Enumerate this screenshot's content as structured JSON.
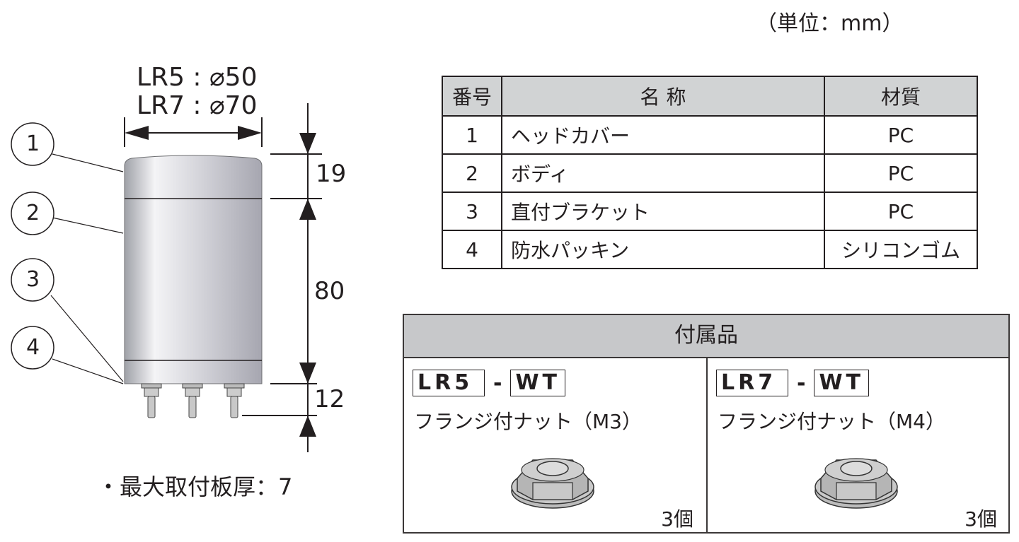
{
  "unit_note": "（単位：mm）",
  "drawing": {
    "diameter_labels": [
      "LR5 : ⌀50",
      "LR7 : ⌀70"
    ],
    "dimensions": {
      "head_height": "19",
      "body_height": "80",
      "bottom_height": "12"
    },
    "callouts": [
      "1",
      "2",
      "3",
      "4"
    ],
    "max_mount_note": "・最大取付板厚：7"
  },
  "parts_table": {
    "headers": [
      "番号",
      "名 称",
      "材質"
    ],
    "rows": [
      {
        "no": "1",
        "name": "ヘッドカバー",
        "material": "PC"
      },
      {
        "no": "2",
        "name": "ボディ",
        "material": "PC"
      },
      {
        "no": "3",
        "name": "直付ブラケット",
        "material": "PC"
      },
      {
        "no": "4",
        "name": "防水パッキン",
        "material": "シリコンゴム"
      }
    ]
  },
  "accessories": {
    "title": "付属品",
    "items": [
      {
        "series": "LR5",
        "dash": "-",
        "suffix": "WT",
        "name": "フランジ付ナット（M3）",
        "qty": "3個"
      },
      {
        "series": "LR7",
        "dash": "-",
        "suffix": "WT",
        "name": "フランジ付ナット（M4）",
        "qty": "3個"
      }
    ]
  },
  "colors": {
    "table_header": "#d1d3d4",
    "accessory_header": "#c7c8ca",
    "line": "#231f20"
  }
}
